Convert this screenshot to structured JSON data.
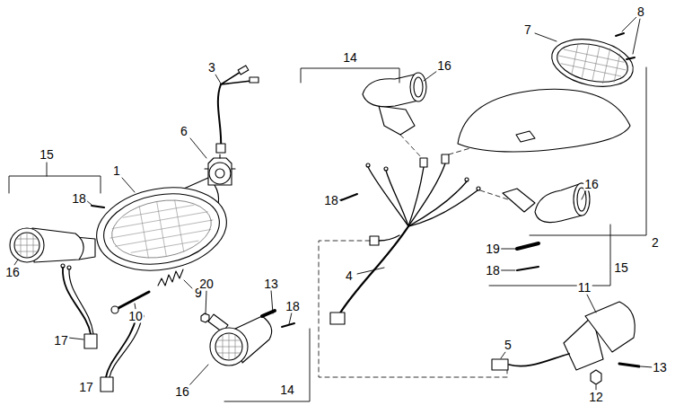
{
  "diagram": {
    "labels": [
      "8",
      "7",
      "14",
      "16",
      "3",
      "6",
      "15",
      "1",
      "16",
      "18",
      "18",
      "2",
      "19",
      "15",
      "18",
      "16",
      "4",
      "11",
      "9",
      "13",
      "20",
      "18",
      "10",
      "17",
      "5",
      "13",
      "17",
      "16",
      "14",
      "12"
    ]
  }
}
